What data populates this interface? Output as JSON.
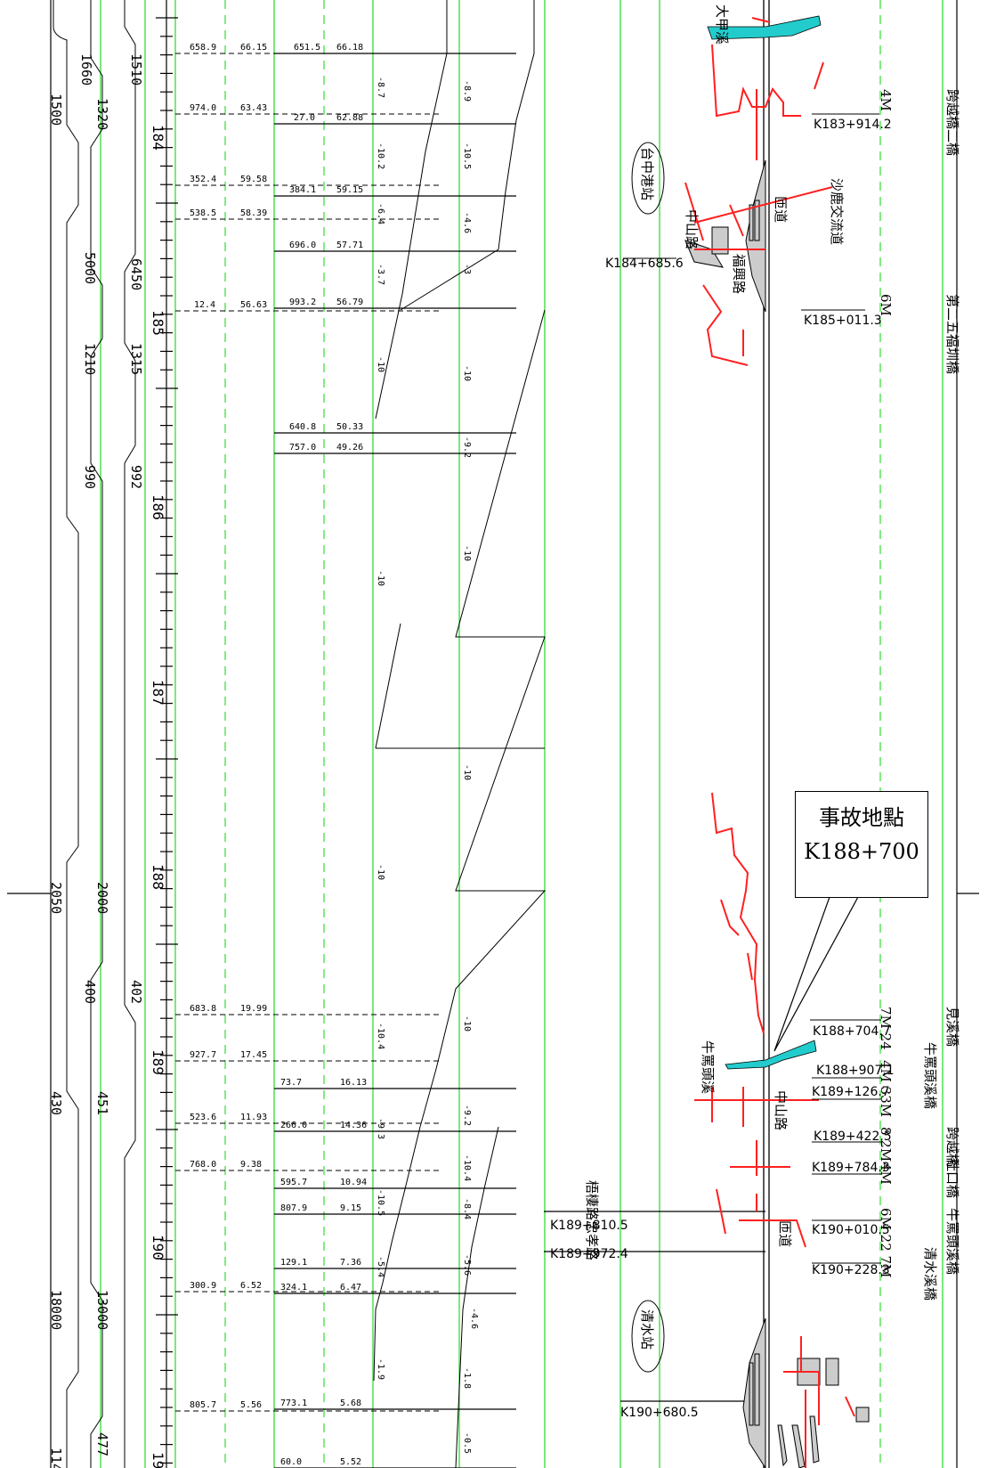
{
  "colors": {
    "grid_green": "#33dd33",
    "road_red": "#ff2020",
    "river_cyan": "#22cccc",
    "line_black": "#000000",
    "dashed_gray": "#777777"
  },
  "km_ticks": [
    "184",
    "185",
    "186",
    "187",
    "188",
    "189",
    "190",
    "19"
  ],
  "radius_upper_labels": [
    "1510",
    "1320",
    "6450",
    "1315",
    "992",
    "2000",
    "402",
    "451",
    "13000",
    "477"
  ],
  "radius_lower_labels": [
    "1660",
    "1500",
    "5000",
    "1210",
    "990",
    "2050",
    "400",
    "430",
    "18000",
    "114"
  ],
  "elevation_left": [
    {
      "sta": "658.9",
      "elev": "66.15"
    },
    {
      "sta": "974.0",
      "elev": "63.43"
    },
    {
      "sta": "352.4",
      "elev": "59.58"
    },
    {
      "sta": "538.5",
      "elev": "58.39"
    },
    {
      "sta": "12.4",
      "elev": "56.63"
    },
    {
      "sta": "683.8",
      "elev": "19.99"
    },
    {
      "sta": "927.7",
      "elev": "17.45"
    },
    {
      "sta": "523.6",
      "elev": "11.93"
    },
    {
      "sta": "768.0",
      "elev": "9.38"
    },
    {
      "sta": "300.9",
      "elev": "6.52"
    },
    {
      "sta": "805.7",
      "elev": "5.56"
    }
  ],
  "elevation_right": [
    {
      "sta": "651.5",
      "elev": "66.18"
    },
    {
      "sta": "27.0",
      "elev": "62.88"
    },
    {
      "sta": "384.1",
      "elev": "59.15"
    },
    {
      "sta": "696.0",
      "elev": "57.71"
    },
    {
      "sta": "993.2",
      "elev": "56.79"
    },
    {
      "sta": "640.8",
      "elev": "50.33"
    },
    {
      "sta": "757.0",
      "elev": "49.26"
    },
    {
      "sta": "73.7",
      "elev": "16.13"
    },
    {
      "sta": "266.0",
      "elev": "14.36"
    },
    {
      "sta": "595.7",
      "elev": "10.94"
    },
    {
      "sta": "807.9",
      "elev": "9.15"
    },
    {
      "sta": "129.1",
      "elev": "7.36"
    },
    {
      "sta": "324.1",
      "elev": "6.47"
    },
    {
      "sta": "773.1",
      "elev": "5.68"
    },
    {
      "sta": "60.0",
      "elev": "5.52"
    }
  ],
  "grade_col1": [
    "-8.7",
    "-10.2",
    "-6.4",
    "-3.7",
    "-10",
    "-10",
    "-10",
    "-10.4",
    "-9.3",
    "-10.5",
    "-5.4",
    "-1.9"
  ],
  "grade_col2": [
    "-8.9",
    "-10.5",
    "-4.6",
    "-3",
    "-10",
    "-9.2",
    "-10",
    "-10",
    "-10",
    "-9.2",
    "-10.4",
    "-8.4",
    "-5.6",
    "-4.6",
    "-1.8",
    "-0.5"
  ],
  "mileposts": [
    "K183+914.2",
    "K184+685.6",
    "K185+011.3",
    "K188+704.7",
    "K188+907.1",
    "K189+126.7",
    "K189+422.5",
    "K189+784.3",
    "K190+010.5",
    "K190+228.3",
    "K189+810.5",
    "K189+972.4",
    "K190+680.5"
  ],
  "place_labels": {
    "river_top": "大甲溪",
    "bridge_183": "跨越橋二橋",
    "span_183": "4M",
    "station_taichung": "台中港站",
    "road_zhongshan": "中山路",
    "interchange": "沙鹿交流道",
    "ramp_label": "匝道",
    "road_fujian": "福興路",
    "bridge_185": "第二五福圳橋",
    "span_185": "6M",
    "bridge_188a": "見溪橋",
    "bridge_188a_span": "7M 24",
    "bridge_188b": "牛罵頭溪橋",
    "bridge_188b_span": "4M 33M",
    "river_189": "牛罵頭溪",
    "road_189": "中山路",
    "bridge_189": "跨越橋",
    "bridge_189_span": "8 2M",
    "bridge_1897": "社口橋",
    "bridge_1897_span": "4M",
    "bridge_190": "牛罵頭溪橋",
    "bridge_190_span": "6M 22 7M",
    "road_190": "匝道",
    "bridge_1902": "清水溪橋",
    "road_189_810": "梧棲路",
    "road_189_972": "忠孝路",
    "station_qingshui": "清水站"
  },
  "callout": {
    "line1": "事故地點",
    "line2": "K188+700"
  }
}
